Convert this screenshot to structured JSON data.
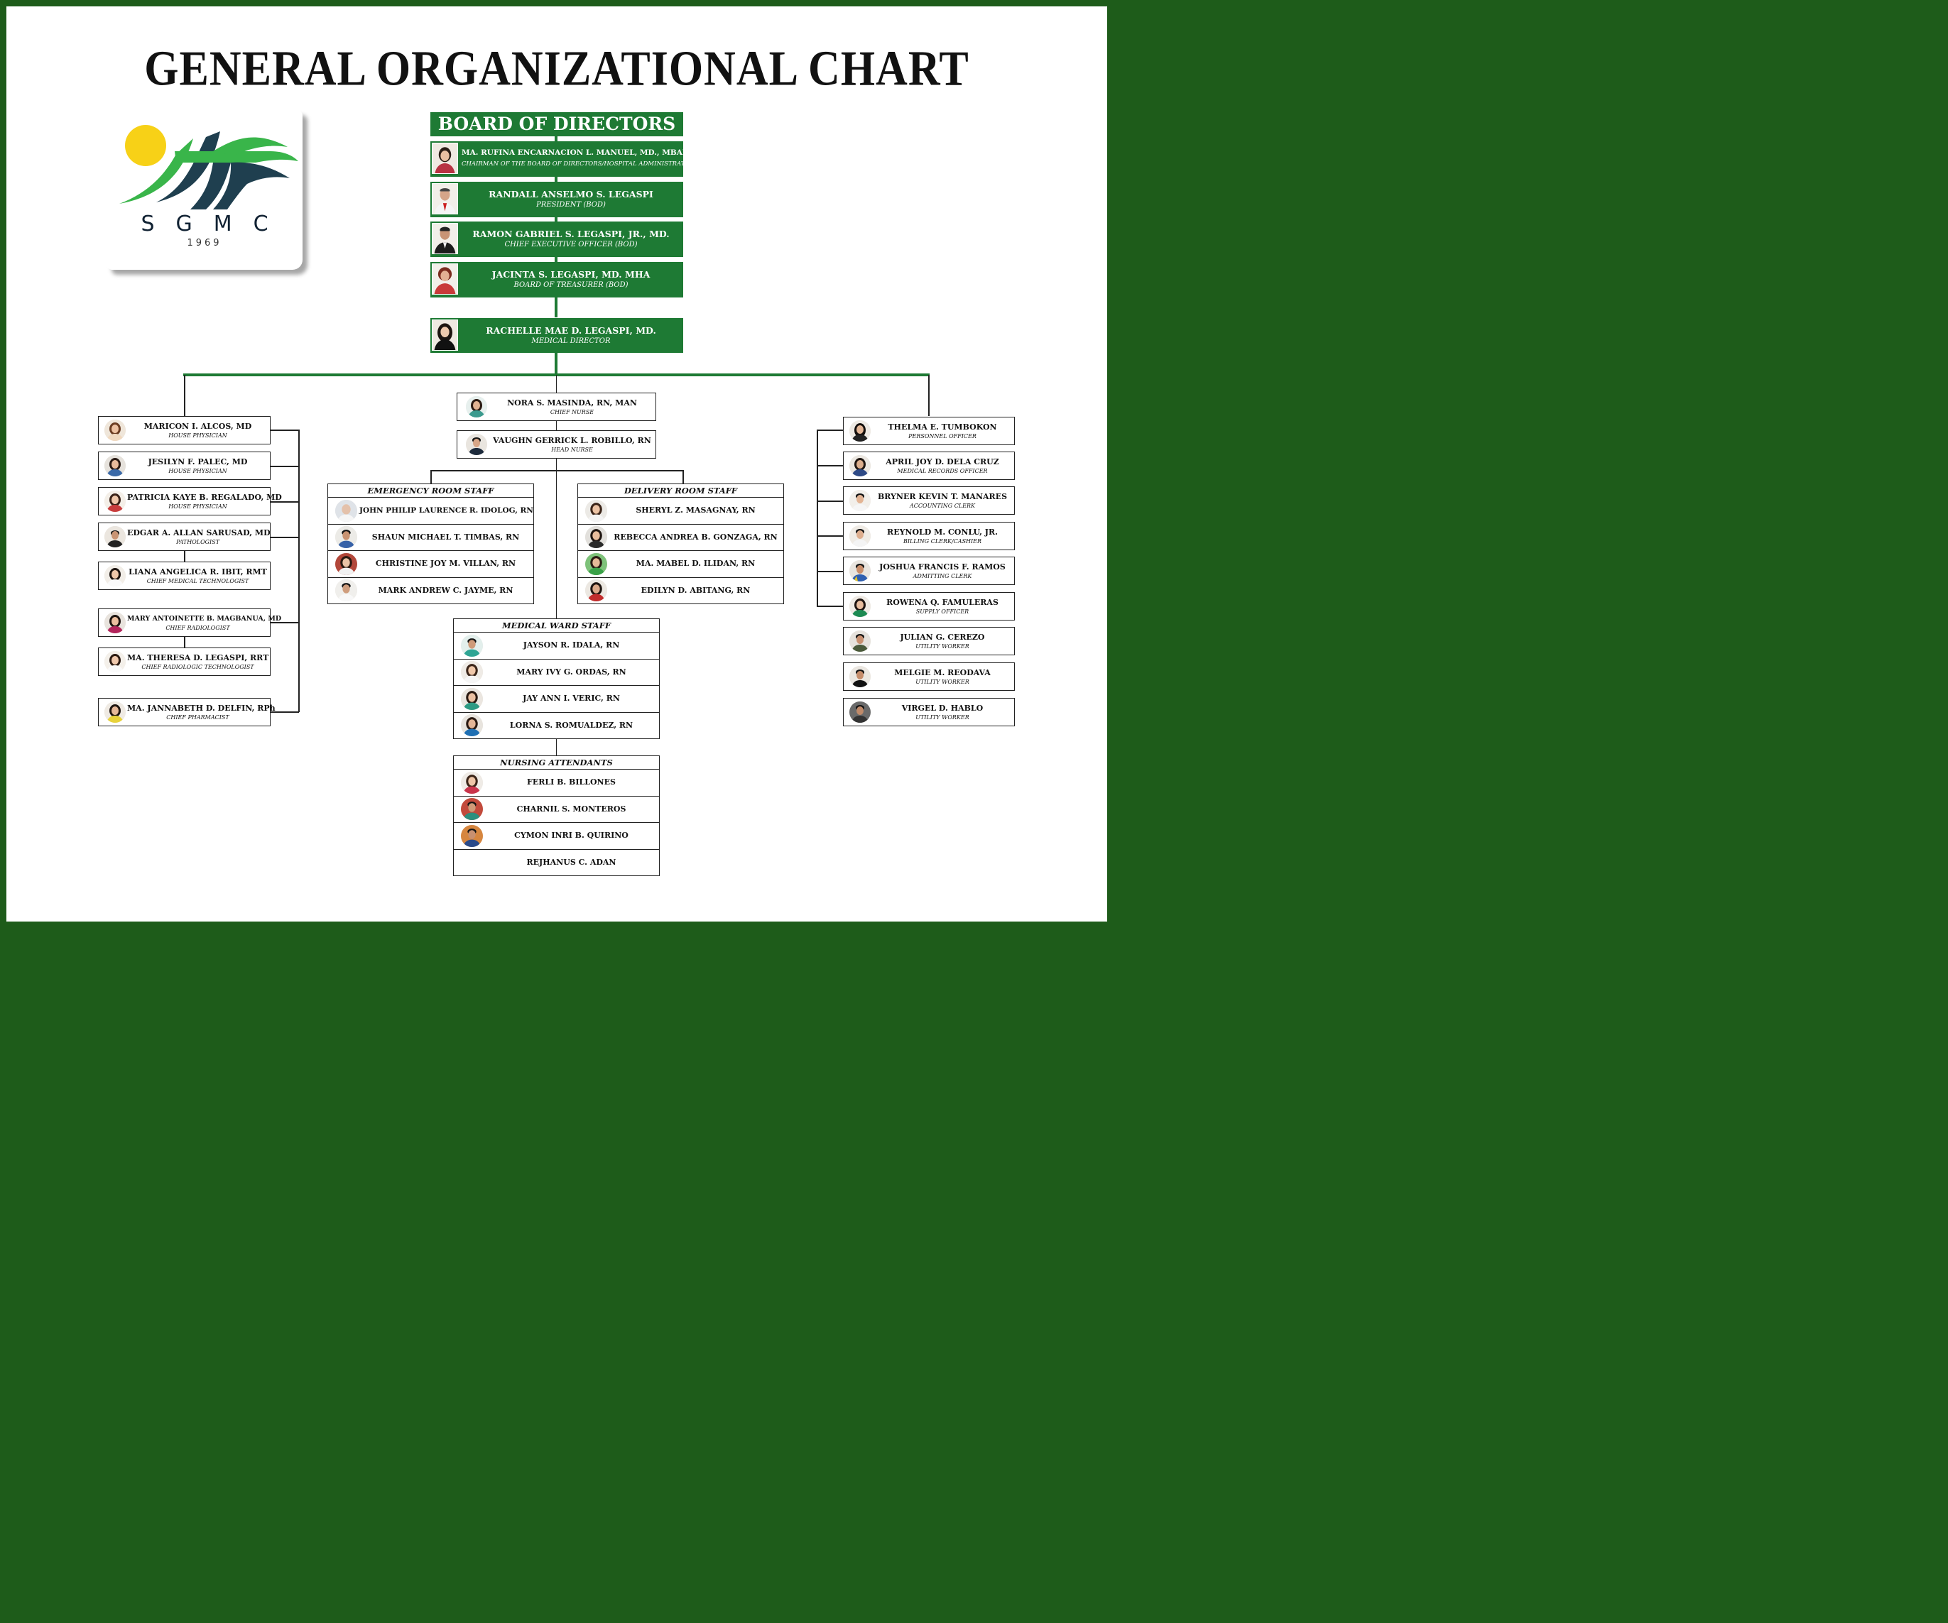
{
  "title": "GENERAL ORGANIZATIONAL CHART",
  "logo": {
    "letters": "SGMC",
    "year": "1969"
  },
  "board": {
    "header": "BOARD OF DIRECTORS",
    "members": [
      {
        "name": "MA. RUFINA ENCARNACION L. MANUEL, MD., MBAH",
        "title": "CHAIRMAN OF THE BOARD OF DIRECTORS/HOSPITAL ADMINISTRATOR"
      },
      {
        "name": "RANDALL ANSELMO S. LEGASPI",
        "title": "PRESIDENT (BOD)"
      },
      {
        "name": "RAMON GABRIEL S. LEGASPI, JR., MD.",
        "title": "CHIEF EXECUTIVE OFFICER (BOD)"
      },
      {
        "name": "JACINTA S. LEGASPI, MD. MHA",
        "title": "BOARD OF TREASURER (BOD)"
      }
    ]
  },
  "medical_director": {
    "name": "RACHELLE MAE D. LEGASPI, MD.",
    "title": "MEDICAL DIRECTOR"
  },
  "nursing_heads": [
    {
      "name": "NORA S. MASINDA, RN, MAN",
      "title": "CHIEF NURSE"
    },
    {
      "name": "VAUGHN GERRICK L. ROBILLO, RN",
      "title": "HEAD NURSE"
    }
  ],
  "left_column": [
    {
      "name": "MARICON I. ALCOS, MD",
      "title": "HOUSE PHYSICIAN"
    },
    {
      "name": "JESILYN F. PALEC, MD",
      "title": "HOUSE PHYSICIAN"
    },
    {
      "name": "PATRICIA KAYE B. REGALADO, MD",
      "title": "HOUSE PHYSICIAN"
    },
    {
      "name": "EDGAR A. ALLAN SARUSAD, MD",
      "title": "PATHOLOGIST"
    },
    {
      "name": "LIANA ANGELICA R. IBIT, RMT",
      "title": "CHIEF MEDICAL TECHNOLOGIST"
    },
    {
      "name": "MARY ANTOINETTE B. MAGBANUA, MD",
      "title": "CHIEF RADIOLOGIST"
    },
    {
      "name": "MA. THERESA D. LEGASPI, RRT",
      "title": "CHIEF RADIOLOGIC TECHNOLOGIST"
    },
    {
      "name": "MA. JANNABETH D. DELFIN, RPh",
      "title": "CHIEF PHARMACIST"
    }
  ],
  "right_column": [
    {
      "name": "THELMA E. TUMBOKON",
      "title": "PERSONNEL OFFICER"
    },
    {
      "name": "APRIL JOY D. DELA CRUZ",
      "title": "MEDICAL RECORDS OFFICER"
    },
    {
      "name": "BRYNER KEVIN T. MANARES",
      "title": "ACCOUNTING CLERK"
    },
    {
      "name": "REYNOLD M. CONLU, JR.",
      "title": "BILLING CLERK/CASHIER"
    },
    {
      "name": "JOSHUA FRANCIS F. RAMOS",
      "title": "ADMITTING CLERK"
    },
    {
      "name": "ROWENA Q. FAMULERAS",
      "title": "SUPPLY OFFICER"
    },
    {
      "name": "JULIAN G. CEREZO",
      "title": "UTILITY WORKER"
    },
    {
      "name": "MELGIE M. REODAVA",
      "title": "UTILITY WORKER"
    },
    {
      "name": "VIRGEL D. HABLO",
      "title": "UTILITY WORKER"
    }
  ],
  "emergency_room": {
    "header": "EMERGENCY ROOM STAFF",
    "staff": [
      "JOHN PHILIP LAURENCE R. IDOLOG, RN",
      "SHAUN MICHAEL T. TIMBAS, RN",
      "CHRISTINE JOY M. VILLAN, RN",
      "MARK ANDREW C. JAYME, RN"
    ]
  },
  "delivery_room": {
    "header": "DELIVERY ROOM STAFF",
    "staff": [
      "SHERYL Z. MASAGNAY, RN",
      "REBECCA ANDREA B. GONZAGA, RN",
      "MA. MABEL D. ILIDAN, RN",
      "EDILYN D. ABITANG, RN"
    ]
  },
  "medical_ward": {
    "header": "MEDICAL WARD STAFF",
    "staff": [
      "JAYSON R. IDALA, RN",
      "MARY IVY G. ORDAS, RN",
      "JAY ANN I. VERIC, RN",
      "LORNA S. ROMUALDEZ, RN"
    ]
  },
  "nursing_attendants": {
    "header": "NURSING ATTENDANTS",
    "staff": [
      "FERLI B. BILLONES",
      "CHARNIL S. MONTEROS",
      "CYMON INRI B. QUIRINO",
      "REJHANUS C. ADAN"
    ]
  },
  "colors": {
    "frame": "#1e5c1a",
    "board_green": "#1e7a34",
    "logo_yellow": "#f7d117",
    "logo_green": "#39b54a",
    "logo_navy": "#1f3f4f"
  }
}
